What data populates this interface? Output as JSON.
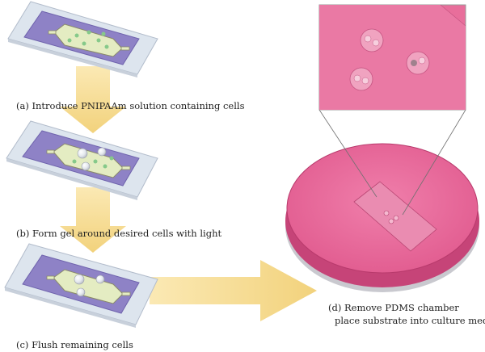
{
  "steps": {
    "a": "(a) Introduce PNIPAAm solution containing cells",
    "b": "(b) Form gel around desired cells with light",
    "c": "(c) Flush remaining cells",
    "d_line1": "(d) Remove PDMS chamber",
    "d_line2": "place substrate into culture media"
  },
  "colors": {
    "arrow": "#f6dc92",
    "glass": "#dde5ee",
    "pdms": "#8e82c6",
    "chamber": "#e4ecc2",
    "cell": "#86c98a",
    "dish": "#e8699a",
    "dish_rim": "#c64478"
  }
}
